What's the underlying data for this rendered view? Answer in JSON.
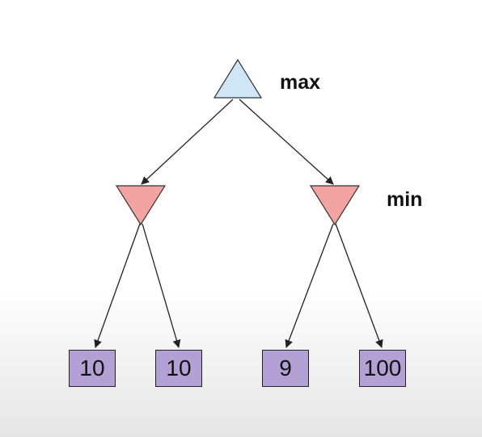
{
  "labels": {
    "max": "max",
    "min": "min"
  },
  "leaves": [
    "10",
    "10",
    "9",
    "100"
  ],
  "colors": {
    "max_node_fill": "#cfe6f7",
    "min_node_fill": "#f4a3a3",
    "leaf_fill": "#b3a0d4",
    "stroke": "#333333"
  }
}
